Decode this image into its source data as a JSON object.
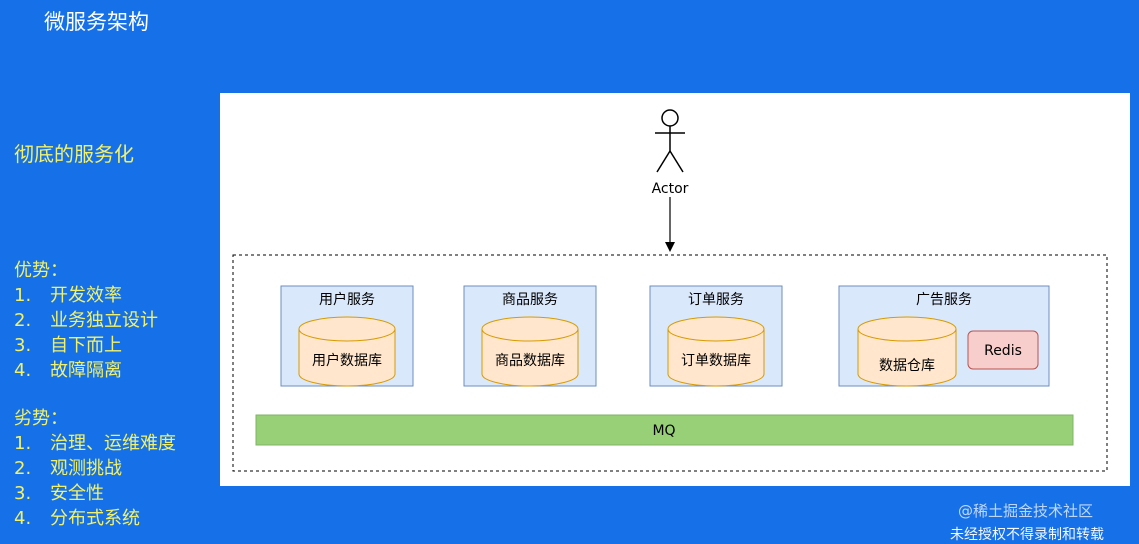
{
  "slide": {
    "title": "微服务架构",
    "subtitle": "彻底的服务化"
  },
  "pros": {
    "heading": "优势：",
    "items": [
      {
        "num": "1.",
        "text": "开发效率"
      },
      {
        "num": "2.",
        "text": "业务独立设计"
      },
      {
        "num": "3.",
        "text": "自下而上"
      },
      {
        "num": "4.",
        "text": "故障隔离"
      }
    ]
  },
  "cons": {
    "heading": "劣势：",
    "items": [
      {
        "num": "1.",
        "text": "治理、运维难度"
      },
      {
        "num": "2.",
        "text": "观测挑战"
      },
      {
        "num": "3.",
        "text": "安全性"
      },
      {
        "num": "4.",
        "text": "分布式系统"
      }
    ]
  },
  "diagram": {
    "actor_label": "Actor",
    "services": [
      {
        "name": "用户服务",
        "db": "用户数据库"
      },
      {
        "name": "商品服务",
        "db": "商品数据库"
      },
      {
        "name": "订单服务",
        "db": "订单数据库"
      },
      {
        "name": "广告服务",
        "db": "数据仓库",
        "cache": "Redis"
      }
    ],
    "mq_label": "MQ"
  },
  "footer": {
    "watermark": "@稀土掘金技术社区",
    "note": "未经授权不得录制和转载"
  },
  "colors": {
    "background": "#1670e8",
    "accent_text": "#f2f26a",
    "service_fill": "#dae8fc",
    "service_stroke": "#6c8ebf",
    "db_fill": "#ffe6cc",
    "db_stroke": "#d79b00",
    "redis_fill": "#f8cecc",
    "redis_stroke": "#b85450",
    "mq_fill": "#97d077",
    "mq_stroke": "#82b366"
  }
}
